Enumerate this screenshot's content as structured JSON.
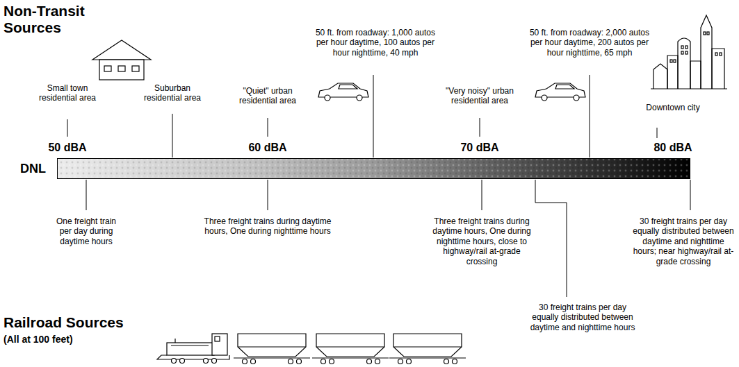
{
  "diagram": {
    "nodes": [
      {
        "text": [
          "DNL"
        ]
      }
    ],
    "labels": [
      "Non-Transit Sources",
      "Small town residential area",
      "Suburban residential area",
      "\"Quiet\" urban residential area",
      "50 ft. from roadway: 1,000 autos per hour daytime, 100 autos per hour nighttime, 40 mph",
      "\"Very noisy\" urban residential area",
      "50 ft. from roadway: 2,000 autos per hour daytime, 200 autos per hour nighttime, 65 mph",
      "Downtown city",
      "50 dBA",
      "60 dBA",
      "70 dBA",
      "80 dBA",
      "One freight train per day during daytime hours",
      "Three freight trains during daytime hours, One during nighttime hours",
      "Three freight trains during daytime hours, One during nighttime hours, close to highway/rail at-grade crossing",
      "30 freight trains per day equally distributed between daytime and nighttime hours",
      "30 freight trains per day equally distributed between daytime and nighttime hours; near highway/rail at-grade crossing",
      "Railroad Sources",
      "(All at 100 feet)"
    ]
  }
}
